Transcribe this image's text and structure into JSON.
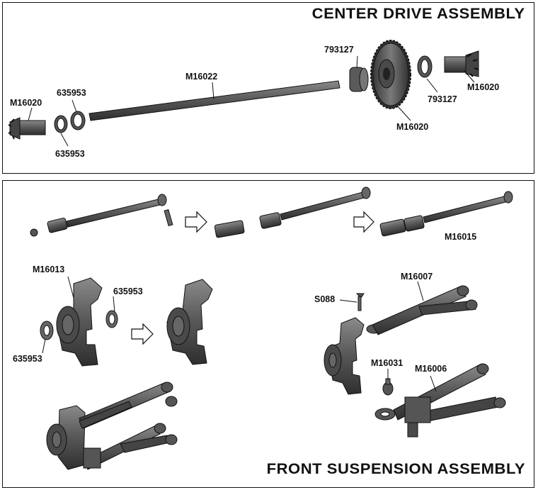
{
  "sections": {
    "center": {
      "title": "CENTER DRIVE ASSEMBLY",
      "labels": {
        "pinion_left": "M16020",
        "bearing_upper": "635953",
        "bearing_lower": "635953",
        "shaft": "M16022",
        "bearing_right_top": "793127",
        "spur_gear": "M16020",
        "bearing_right_bottom": "793127",
        "pinion_right": "M16020"
      }
    },
    "front": {
      "title": "FRONT SUSPENSION ASSEMBLY",
      "labels": {
        "driveshaft": "M16015",
        "hub_carrier": "M16013",
        "bearing_right": "635953",
        "bearing_left": "635953",
        "screw": "S088",
        "upper_arm": "M16007",
        "ball_stud": "M16031",
        "lower_arm": "M16006"
      }
    }
  },
  "colors": {
    "part_fill": "#5b5b5b",
    "part_dark": "#2e2e2e",
    "part_light": "#8a8a8a",
    "outline": "#111111"
  }
}
